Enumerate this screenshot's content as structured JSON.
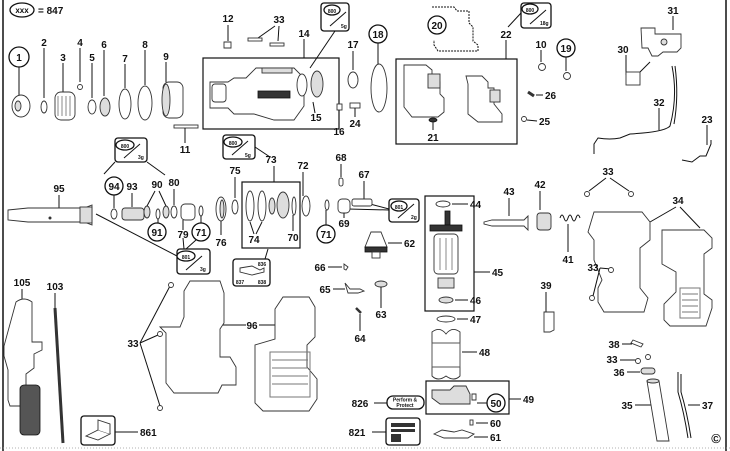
{
  "title": "Rotary hammer exploded parts diagram",
  "legend": {
    "key_label": "xxx",
    "equals_text": "= 847"
  },
  "copyright_symbol": "©",
  "grease_packs": [
    {
      "id": "grease-top-15",
      "code": "800",
      "amount": "5g",
      "targets": [
        "15"
      ]
    },
    {
      "id": "grease-top-22",
      "code": "800",
      "amount": "18g",
      "targets": [
        "22"
      ]
    },
    {
      "id": "grease-left-94",
      "code": "800",
      "amount": "3g",
      "targets": [
        "94",
        "90"
      ]
    },
    {
      "id": "grease-mid-73",
      "code": "800",
      "amount": "5g",
      "targets": [
        "73"
      ]
    },
    {
      "id": "grease-bottom-95",
      "code": "801",
      "amount": "3g",
      "targets": [
        "95",
        "79",
        "71"
      ]
    },
    {
      "id": "grease-right-67",
      "code": "801",
      "amount": "2g",
      "targets": [
        "67",
        "69"
      ]
    }
  ],
  "labels": {
    "p1": "1",
    "p2": "2",
    "p3": "3",
    "p4": "4",
    "p5": "5",
    "p6": "6",
    "p7": "7",
    "p8": "8",
    "p9": "9",
    "p10": "10",
    "p11": "11",
    "p12": "12",
    "p14": "14",
    "p15": "15",
    "p16": "16",
    "p17": "17",
    "p18": "18",
    "p19": "19",
    "p20": "20",
    "p21": "21",
    "p22": "22",
    "p23": "23",
    "p24": "24",
    "p25": "25",
    "p26": "26",
    "p30": "30",
    "p31": "31",
    "p32": "32",
    "p33a": "33",
    "p33b": "33",
    "p33c": "33",
    "p33d": "33",
    "p33e": "33",
    "p34": "34",
    "p35": "35",
    "p36": "36",
    "p37": "37",
    "p38": "38",
    "p39": "39",
    "p41": "41",
    "p42": "42",
    "p43": "43",
    "p44": "44",
    "p45": "45",
    "p46": "46",
    "p47": "47",
    "p48": "48",
    "p49": "49",
    "p50": "50",
    "p60": "60",
    "p61": "61",
    "p62": "62",
    "p63": "63",
    "p64": "64",
    "p65": "65",
    "p66": "66",
    "p67": "67",
    "p68": "68",
    "p69": "69",
    "p70": "70",
    "p71a": "71",
    "p71b": "71",
    "p72": "72",
    "p73": "73",
    "p74": "74",
    "p75": "75",
    "p76": "76",
    "p79": "79",
    "p80": "80",
    "p90": "90",
    "p91": "91",
    "p93": "93",
    "p94": "94",
    "p95": "95",
    "p96": "96",
    "p103": "103",
    "p105": "105",
    "p821": "821",
    "p826": "826",
    "p836": "836",
    "p837": "837",
    "p838": "838",
    "p861": "861"
  },
  "circled_parts": [
    "1",
    "18",
    "19",
    "20",
    "50",
    "71",
    "91",
    "94"
  ],
  "plaque_826": {
    "line1": "Perform &",
    "line2": "Protect"
  }
}
